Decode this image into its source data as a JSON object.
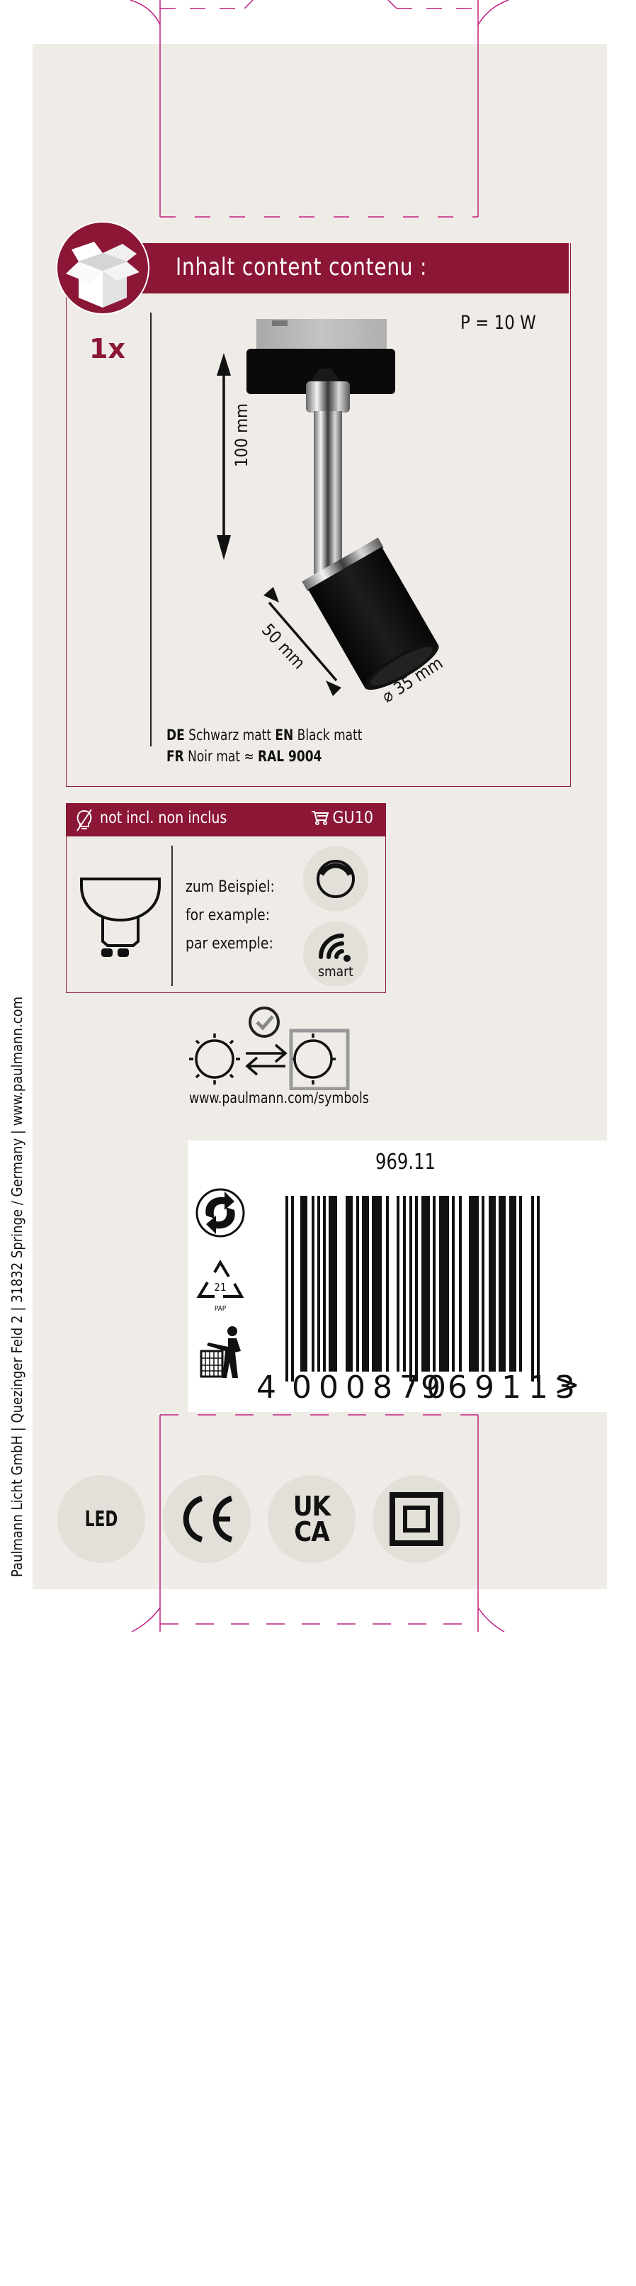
{
  "content_section": {
    "title": "Inhalt  content  contenu :",
    "quantity": "1x",
    "power": "P = 10 W",
    "dimensions": {
      "height": "100 mm",
      "length": "50 mm",
      "diameter": "⌀ 35 mm"
    },
    "color": {
      "de_code": "DE",
      "de_text": "Schwarz matt",
      "en_code": "EN",
      "en_text": "Black matt",
      "fr_code": "FR",
      "fr_text": "Noir mat ≈",
      "ral": "RAL 9004"
    }
  },
  "bulb_section": {
    "not_included": "not incl.  non inclus",
    "socket": "GU10",
    "example_de": "zum Beispiel:",
    "example_en": "for example:",
    "example_fr": "par exemple:",
    "smart_label": "smart"
  },
  "symbols_url": "www.paulmann.com/symbols",
  "barcode": {
    "article_number": "969.11",
    "ean_first": "4",
    "ean_left": "000870",
    "ean_right": "969113",
    "ean_suffix": ">",
    "recycling_code": "21",
    "recycling_material": "PAP"
  },
  "certifications": [
    "LED",
    "CE",
    "UKCA",
    "Class II"
  ],
  "company_address": "Paulmann Licht GmbH | Quezinger Feld 2 | 31832 Springe  /  Germany | www.paulmann.com",
  "colors": {
    "brand": "#8b1636",
    "panel": "#efebe6",
    "dieline": "#c0207f"
  }
}
